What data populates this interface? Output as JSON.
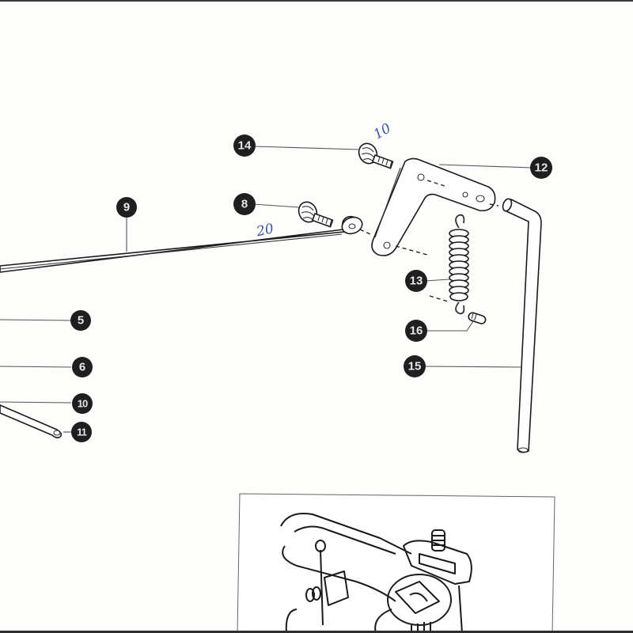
{
  "diagram": {
    "type": "exploded parts diagram",
    "callouts": [
      {
        "id": "5",
        "label": "5"
      },
      {
        "id": "6",
        "label": "6"
      },
      {
        "id": "8",
        "label": "8"
      },
      {
        "id": "9",
        "label": "9"
      },
      {
        "id": "10",
        "label": "10"
      },
      {
        "id": "11",
        "label": "11"
      },
      {
        "id": "12",
        "label": "12"
      },
      {
        "id": "13",
        "label": "13"
      },
      {
        "id": "14",
        "label": "14"
      },
      {
        "id": "15",
        "label": "15"
      },
      {
        "id": "16",
        "label": "16"
      }
    ],
    "handwritten_notes": [
      {
        "near": "14",
        "text": "10"
      },
      {
        "near": "8",
        "text": "20"
      }
    ],
    "parts": {
      "8": "knurled thumb screw",
      "9": "long rod",
      "12": "L-shaped bracket plate",
      "13": "tension spring",
      "14": "knurled thumb screw",
      "15": "bent rod",
      "16": "small pin"
    },
    "inset": {
      "description": "detail view of mechanism assembly"
    }
  },
  "colors": {
    "background": "#fdfdfb",
    "callout_fill": "#1f1f1f",
    "callout_text": "#e6e6e6",
    "handwriting": "#3a55a8",
    "frame_bar": "#2e2e2e"
  }
}
